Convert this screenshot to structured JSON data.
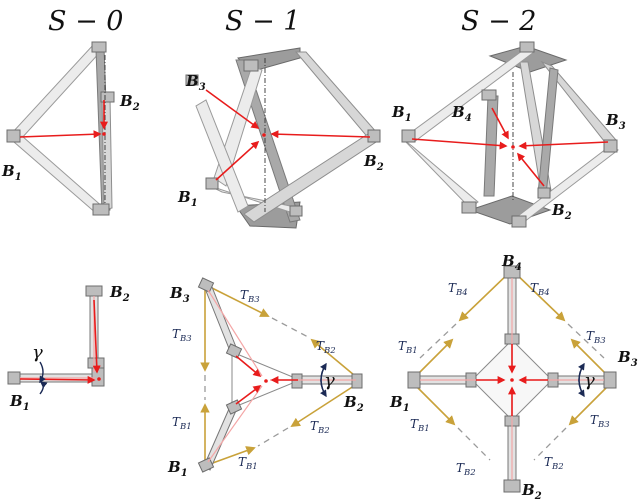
{
  "titles": [
    "S − 0",
    "S − 1",
    "S − 2"
  ],
  "s0": {
    "b1": "B",
    "b1_sub": "1",
    "b2": "B",
    "b2_sub": "2",
    "gamma": "γ"
  },
  "s1": {
    "b1": "B",
    "b1_sub": "1",
    "b2": "B",
    "b2_sub": "2",
    "b3": "B",
    "b3_sub": "3",
    "t_b1": "T",
    "t_b1_sub": "B1",
    "t_b2": "T",
    "t_b2_sub": "B2",
    "t_b3": "T",
    "t_b3_sub": "B3",
    "gamma": "γ"
  },
  "s2": {
    "b1": "B",
    "b1_sub": "1",
    "b2": "B",
    "b2_sub": "2",
    "b3": "B",
    "b3_sub": "3",
    "b4": "B",
    "b4_sub": "4",
    "t_b1": "T",
    "t_b1_sub": "B1",
    "t_b2": "T",
    "t_b2_sub": "B2",
    "t_b3": "T",
    "t_b3_sub": "B3",
    "t_b4": "T",
    "t_b4_sub": "B4",
    "gamma": "γ"
  },
  "colors": {
    "arrow": "#e81c1c",
    "cable": "#c9a23a",
    "label_dark": "#1b2a55"
  }
}
